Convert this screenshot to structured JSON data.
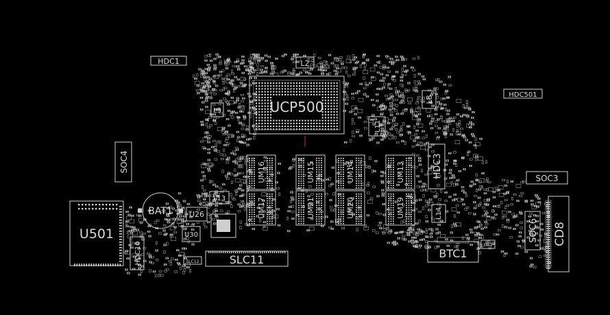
{
  "board": {
    "labels": {
      "hdc1": "HDC1",
      "l2": "L2",
      "hdc501": "HDC501",
      "ucp500": "UCP500",
      "soc4": "SOC4",
      "l8": "L8",
      "l9": "L9",
      "l11": "L11",
      "hdc3": "HDC3",
      "soc3": "SOC3",
      "l13": "L13",
      "bat1": "BAT1",
      "u501": "U501",
      "u26": "U26",
      "u30": "U30",
      "hdc10": "HDC10",
      "slc11": "SLC11",
      "um16": "UM16",
      "um17": "UM17",
      "um15": "UM15",
      "um21": "UM21",
      "um14": "UM14",
      "um20": "UM20",
      "um13": "UM13",
      "um19": "UM19",
      "l14": "L14",
      "btc1": "BTC1",
      "soc6": "SOC6",
      "cd8": "CD8",
      "em1": "EM1",
      "slc12": "SLC12"
    }
  }
}
